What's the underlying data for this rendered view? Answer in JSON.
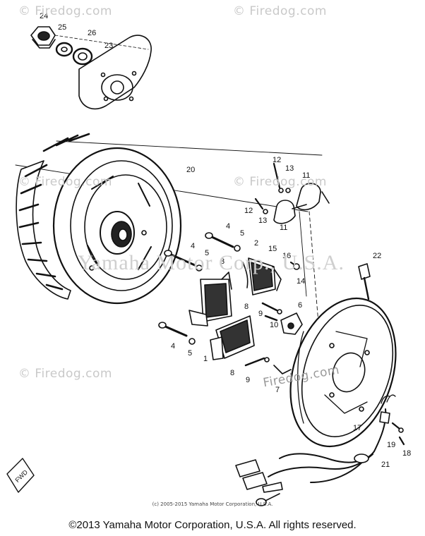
{
  "watermarks": {
    "top_left": "© Firedog.com",
    "top_right": "© Firedog.com",
    "mid_right": "© Firedog.com",
    "left": "© Firedog.com",
    "center": "Firedog.com",
    "bottom_left": "© Firedog.com",
    "big": "Yamaha Motor Corp., U.S.A."
  },
  "callouts": {
    "p1": "1",
    "p2": "2",
    "p3": "3",
    "p4a": "4",
    "p4b": "4",
    "p4c": "4",
    "p5a": "5",
    "p5b": "5",
    "p5c": "5",
    "p6": "6",
    "p7": "7",
    "p8a": "8",
    "p8b": "8",
    "p9a": "9",
    "p9b": "9",
    "p10": "10",
    "p11a": "11",
    "p11b": "11",
    "p12a": "12",
    "p12b": "12",
    "p13a": "13",
    "p13b": "13",
    "p14": "14",
    "p15": "15",
    "p16": "16",
    "p17": "17",
    "p18": "18",
    "p19": "19",
    "p20": "20",
    "p21": "21",
    "p22": "22",
    "p23": "23",
    "p24": "24",
    "p25": "25",
    "p26": "26",
    "fwd": "FWD"
  },
  "inner_copyright": "(c) 2005-2015 Yamaha Motor Corporation, U.S.A.",
  "footer": "©2013 Yamaha Motor Corporation, U.S.A. All rights reserved."
}
